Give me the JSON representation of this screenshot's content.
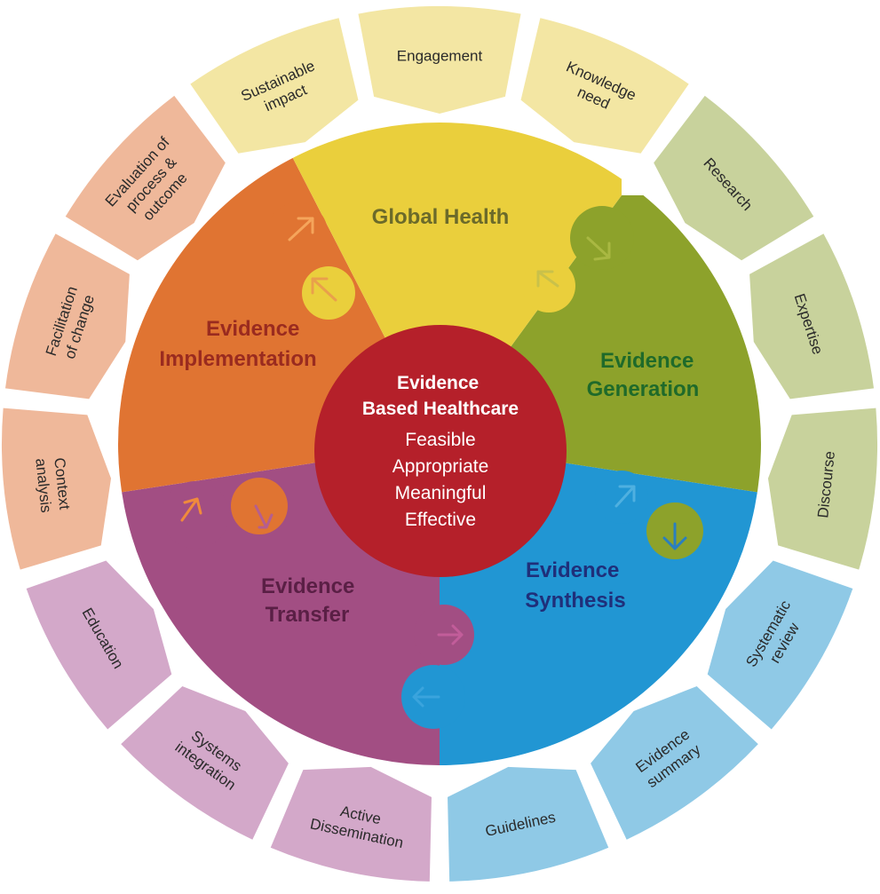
{
  "center": {
    "title_line1": "Evidence",
    "title_line2": "Based Healthcare",
    "items": [
      "Feasible",
      "Appropriate",
      "Meaningful",
      "Effective"
    ],
    "color": "#b5202a"
  },
  "quadrants": {
    "global_health": {
      "lines": [
        "Global Health"
      ],
      "fill": "#eacf3c",
      "text_color": "#6b6a2a"
    },
    "generation": {
      "lines": [
        "Evidence",
        "Generation"
      ],
      "fill": "#8da22b",
      "text_color": "#1f6a2a"
    },
    "synthesis": {
      "lines": [
        "Evidence",
        "Synthesis"
      ],
      "fill": "#2196d3",
      "text_color": "#1f2f7a"
    },
    "transfer": {
      "lines": [
        "Evidence",
        "Transfer"
      ],
      "fill": "#a24e83",
      "text_color": "#5a1f45"
    },
    "implementation": {
      "lines": [
        "Evidence",
        "Implementation"
      ],
      "fill": "#e07432",
      "text_color": "#9a2b1f"
    }
  },
  "segments": [
    {
      "id": "engagement",
      "lines": [
        "Engagement"
      ],
      "fill": "#f3e6a3"
    },
    {
      "id": "knowledge-need",
      "lines": [
        "Knowledge",
        "need"
      ],
      "fill": "#f3e6a3"
    },
    {
      "id": "research",
      "lines": [
        "Research"
      ],
      "fill": "#c8d29c"
    },
    {
      "id": "expertise",
      "lines": [
        "Expertise"
      ],
      "fill": "#c8d29c"
    },
    {
      "id": "discourse",
      "lines": [
        "Discourse"
      ],
      "fill": "#c8d29c"
    },
    {
      "id": "systematic-review",
      "lines": [
        "Systematic",
        "review"
      ],
      "fill": "#8fc9e6"
    },
    {
      "id": "evidence-summary",
      "lines": [
        "Evidence",
        "summary"
      ],
      "fill": "#8fc9e6"
    },
    {
      "id": "guidelines",
      "lines": [
        "Guidelines"
      ],
      "fill": "#8fc9e6"
    },
    {
      "id": "active-dissemination",
      "lines": [
        "Active",
        "Dissemination"
      ],
      "fill": "#d3a8c9"
    },
    {
      "id": "systems-integration",
      "lines": [
        "Systems",
        "integration"
      ],
      "fill": "#d3a8c9"
    },
    {
      "id": "education",
      "lines": [
        "Education"
      ],
      "fill": "#d3a8c9"
    },
    {
      "id": "context-analysis",
      "lines": [
        "Context",
        "analysis"
      ],
      "fill": "#efb89a"
    },
    {
      "id": "facilitation-of-change",
      "lines": [
        "Facilitation",
        "of change"
      ],
      "fill": "#efb89a"
    },
    {
      "id": "evaluation",
      "lines": [
        "Evaluation of",
        "process &",
        "outcome"
      ],
      "fill": "#efb89a"
    },
    {
      "id": "sustainable-impact",
      "lines": [
        "Sustainable",
        "impact"
      ],
      "fill": "#f3e6a3"
    }
  ]
}
